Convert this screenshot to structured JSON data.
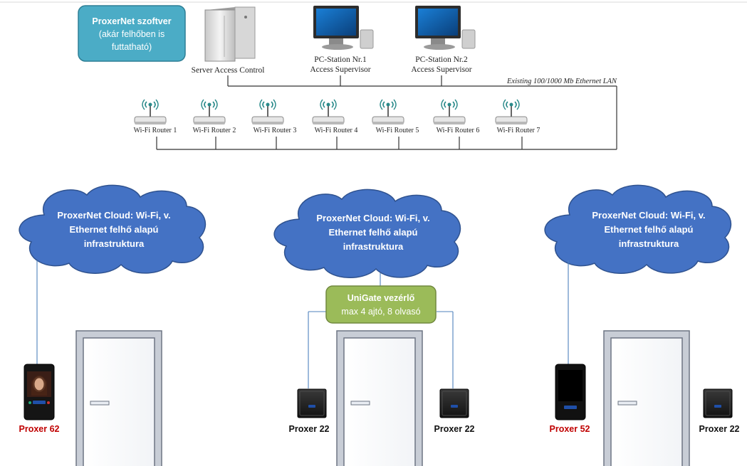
{
  "software_box": {
    "line1": "ProxerNet szoftver",
    "line2": "(akár felhőben is",
    "line3": "futtatható)"
  },
  "server": {
    "label": "Server Access Control"
  },
  "pc1": {
    "line1": "PC-Station Nr.1",
    "line2": "Access Supervisor"
  },
  "pc2": {
    "line1": "PC-Station Nr.2",
    "line2": "Access Supervisor"
  },
  "lan_label": "Existing 100/1000 Mb Ethernet LAN",
  "routers": [
    "Wi-Fi Router 1",
    "Wi-Fi Router 2",
    "Wi-Fi Router 3",
    "Wi-Fi Router 4",
    "Wi-Fi Router 5",
    "Wi-Fi Router 6",
    "Wi-Fi Router 7"
  ],
  "clouds": [
    {
      "line1": "ProxerNet Cloud: Wi-Fi, v.",
      "line2": "Ethernet felhő alapú",
      "line3": "infrastruktura"
    },
    {
      "line1": "ProxerNet Cloud: Wi-Fi, v.",
      "line2": "Ethernet felhő alapú",
      "line3": "infrastruktura"
    },
    {
      "line1": "ProxerNet Cloud: Wi-Fi, v.",
      "line2": "Ethernet felhő alapú",
      "line3": "infrastruktura"
    }
  ],
  "unigate": {
    "title": "UniGate vezérlő",
    "subtitle": "max 4 ajtó, 8 olvasó"
  },
  "devices": {
    "proxer62": "Proxer 62",
    "proxer22_a": "Proxer 22",
    "proxer22_b": "Proxer 22",
    "proxer52": "Proxer 52",
    "proxer22_c": "Proxer 22"
  },
  "colors": {
    "accent_red": "#c00000",
    "cloud_blue": "#4472c4",
    "teal": "#4bacc6",
    "green": "#9bbb59"
  }
}
